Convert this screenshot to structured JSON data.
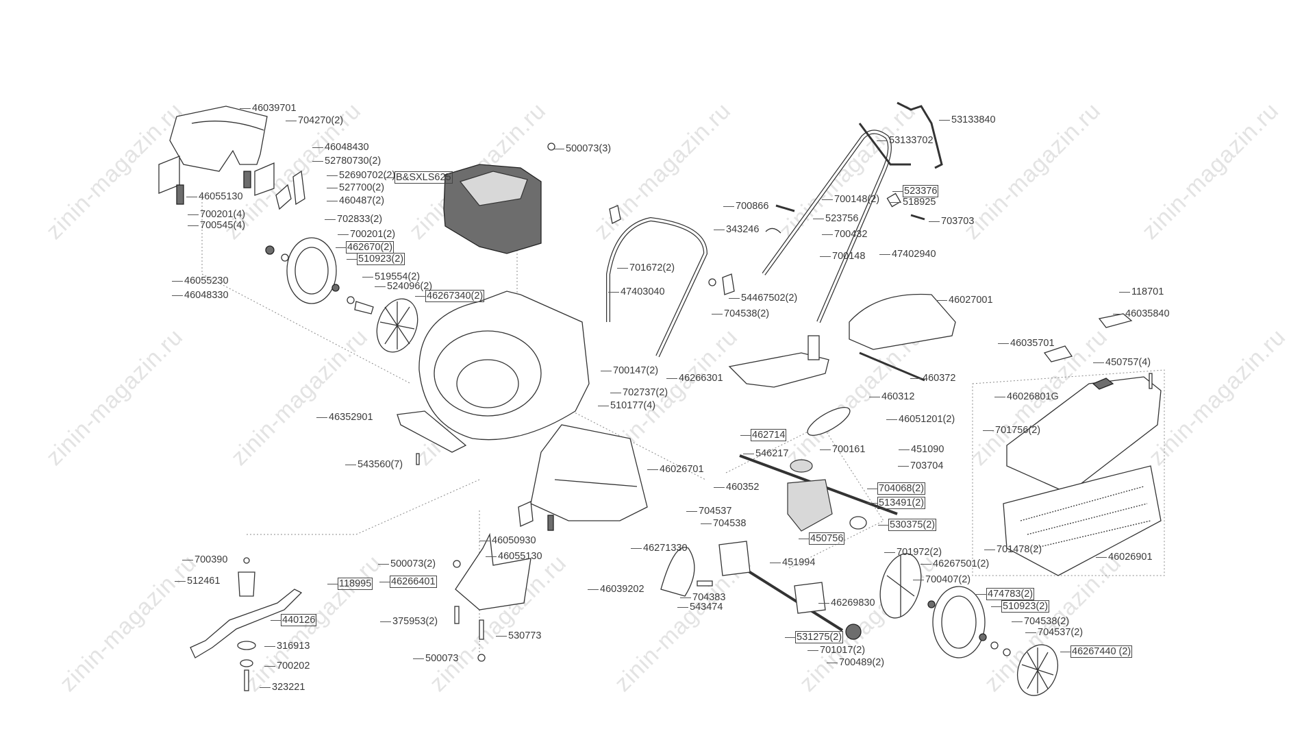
{
  "watermark": "zinin-magazin.ru",
  "labels": [
    "46039701",
    "704270(2)",
    "46048430",
    "52780730(2)",
    "52690702(2)",
    "B&SXLS625",
    "527700(2)",
    "46055130",
    "460487(2)",
    "700201(4)",
    "702833(2)",
    "700545(4)",
    "700201(2)",
    "462670(2)",
    "510923(2)",
    "519554(2)",
    "524096(2)",
    "46267340(2)",
    "46055230",
    "46048330",
    "500073(3)",
    "53133840",
    "53133702",
    "523376",
    "700148(2)",
    "518925",
    "700866",
    "523756",
    "703703",
    "343246",
    "700432",
    "700148",
    "47402940",
    "701672(2)",
    "47403040",
    "54467502(2)",
    "704538(2)",
    "46027001",
    "118701",
    "46035840",
    "46035701",
    "450757(4)",
    "700147(2)",
    "46266301",
    "460372",
    "702737(2)",
    "460312",
    "46026801G",
    "510177(4)",
    "46352901",
    "46051201(2)",
    "462714",
    "701756(2)",
    "451090",
    "546217",
    "700161",
    "543560(7)",
    "46026701",
    "703704",
    "460352",
    "704068(2)",
    "513491(2)",
    "704537",
    "704538",
    "530375(2)",
    "46050930",
    "450756",
    "46271330",
    "700390",
    "46055130",
    "701478(2)",
    "46026901",
    "701972(2)",
    "46267501(2)",
    "500073(2)",
    "451994",
    "512461",
    "118995",
    "46266401",
    "46039202",
    "700407(2)",
    "474783(2)",
    "704383",
    "46269830",
    "543474",
    "510923(2)",
    "440126",
    "375953(2)",
    "704538(2)",
    "530773",
    "531275(2)",
    "704537(2)",
    "701017(2)",
    "46267440 (2)",
    "316913",
    "500073",
    "700489(2)",
    "700202",
    "323221"
  ]
}
